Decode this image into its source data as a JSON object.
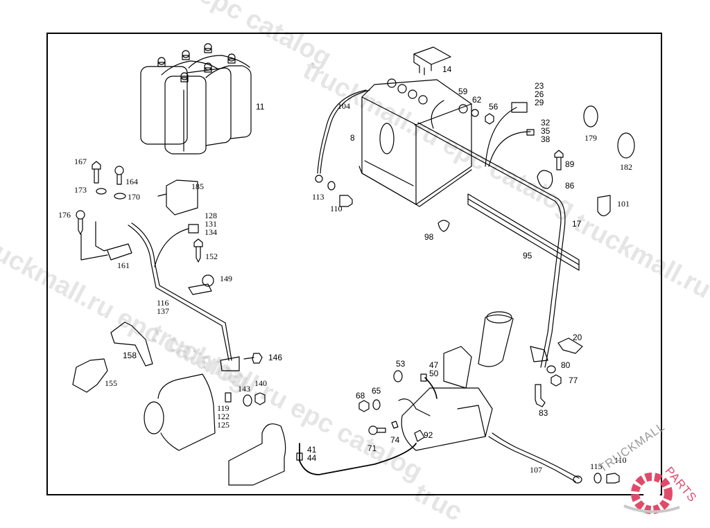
{
  "diagram": {
    "type": "exploded parts diagram",
    "subject": "Battery, alternator, starter and wiring harness",
    "callouts": [
      {
        "id": "c11",
        "labels": [
          "11"
        ],
        "part": "battery water canisters"
      },
      {
        "id": "c14",
        "labels": [
          "14"
        ],
        "part": "terminal cover"
      },
      {
        "id": "c104",
        "labels": [
          "104"
        ],
        "part": "ground cable"
      },
      {
        "id": "c8",
        "labels": [
          "8"
        ],
        "part": "battery"
      },
      {
        "id": "c59",
        "labels": [
          "59"
        ],
        "part": "washer"
      },
      {
        "id": "c62",
        "labels": [
          "62"
        ],
        "part": "spring washer"
      },
      {
        "id": "c56",
        "labels": [
          "56"
        ],
        "part": "nut"
      },
      {
        "id": "c23",
        "labels": [
          "23",
          "26",
          "29"
        ],
        "part": "connector"
      },
      {
        "id": "c32",
        "labels": [
          "32",
          "35",
          "38"
        ],
        "part": "sensor"
      },
      {
        "id": "c89",
        "labels": [
          "89"
        ],
        "part": "bolt"
      },
      {
        "id": "c86",
        "labels": [
          "86"
        ],
        "part": "clamp"
      },
      {
        "id": "c179",
        "labels": [
          "179"
        ],
        "part": "grommet"
      },
      {
        "id": "c182",
        "labels": [
          "182"
        ],
        "part": "grommet"
      },
      {
        "id": "c101",
        "labels": [
          "101"
        ],
        "part": "clip"
      },
      {
        "id": "c17",
        "labels": [
          "17"
        ],
        "part": "wiring harness"
      },
      {
        "id": "c95",
        "labels": [
          "95"
        ],
        "part": "cable channel"
      },
      {
        "id": "c98",
        "labels": [
          "98"
        ],
        "part": "clip"
      },
      {
        "id": "c113a",
        "labels": [
          "113"
        ],
        "part": "washer"
      },
      {
        "id": "c110a",
        "labels": [
          "110"
        ],
        "part": "bolt"
      },
      {
        "id": "c167",
        "labels": [
          "167"
        ],
        "part": "bolt"
      },
      {
        "id": "c164",
        "labels": [
          "164"
        ],
        "part": "screw"
      },
      {
        "id": "c173",
        "labels": [
          "173"
        ],
        "part": "lock washer"
      },
      {
        "id": "c170",
        "labels": [
          "170"
        ],
        "part": "lock washer"
      },
      {
        "id": "c185",
        "labels": [
          "185"
        ],
        "part": "relay"
      },
      {
        "id": "c176",
        "labels": [
          "176"
        ],
        "part": "tapping screw"
      },
      {
        "id": "c128",
        "labels": [
          "128",
          "131",
          "134"
        ],
        "part": "connector"
      },
      {
        "id": "c161",
        "labels": [
          "161"
        ],
        "part": "fuse holder"
      },
      {
        "id": "c152",
        "labels": [
          "152"
        ],
        "part": "tapping screw"
      },
      {
        "id": "c149",
        "labels": [
          "149"
        ],
        "part": "clamp"
      },
      {
        "id": "c116",
        "labels": [
          "116",
          "137"
        ],
        "part": "wiring harness"
      },
      {
        "id": "c158",
        "labels": [
          "158"
        ],
        "part": "bracket"
      },
      {
        "id": "c155",
        "labels": [
          "155"
        ],
        "part": "bracket"
      },
      {
        "id": "c146",
        "labels": [
          "146"
        ],
        "part": "screw"
      },
      {
        "id": "c143",
        "labels": [
          "143"
        ],
        "part": "washer"
      },
      {
        "id": "c140",
        "labels": [
          "140"
        ],
        "part": "nut"
      },
      {
        "id": "c119",
        "labels": [
          "119",
          "122",
          "125"
        ],
        "part": "cable"
      },
      {
        "id": "c53",
        "labels": [
          "53"
        ],
        "part": "cap"
      },
      {
        "id": "c47",
        "labels": [
          "47",
          "50"
        ],
        "part": "connector"
      },
      {
        "id": "c68",
        "labels": [
          "68"
        ],
        "part": "nut"
      },
      {
        "id": "c65",
        "labels": [
          "65"
        ],
        "part": "washer"
      },
      {
        "id": "c71",
        "labels": [
          "71"
        ],
        "part": "screw"
      },
      {
        "id": "c74",
        "labels": [
          "74"
        ],
        "part": "clip"
      },
      {
        "id": "c92",
        "labels": [
          "92"
        ],
        "part": "terminal"
      },
      {
        "id": "c41",
        "labels": [
          "41",
          "44"
        ],
        "part": "connector"
      },
      {
        "id": "c20",
        "labels": [
          "20"
        ],
        "part": "bracket"
      },
      {
        "id": "c80",
        "labels": [
          "80"
        ],
        "part": "washer"
      },
      {
        "id": "c77",
        "labels": [
          "77"
        ],
        "part": "nut"
      },
      {
        "id": "c83",
        "labels": [
          "83"
        ],
        "part": "bolt"
      },
      {
        "id": "c107",
        "labels": [
          "107"
        ],
        "part": "battery cable"
      },
      {
        "id": "c113b",
        "labels": [
          "113"
        ],
        "part": "washer"
      },
      {
        "id": "c110b",
        "labels": [
          "110"
        ],
        "part": "bolt"
      }
    ]
  },
  "watermarks": {
    "text_catalog": "epc catalog",
    "text_truck": "truckmall.ru",
    "text_truck_epc": "truckmall.ru epc catalog",
    "text_trucks": "truc",
    "color": "#b4b4b4"
  },
  "logo": {
    "text_left": "TRUCKMALL",
    "text_right": "PARTS",
    "gear_color": "#e04b6a",
    "text_left_color": "#9a9a9a",
    "text_right_color": "#e04b6a"
  }
}
